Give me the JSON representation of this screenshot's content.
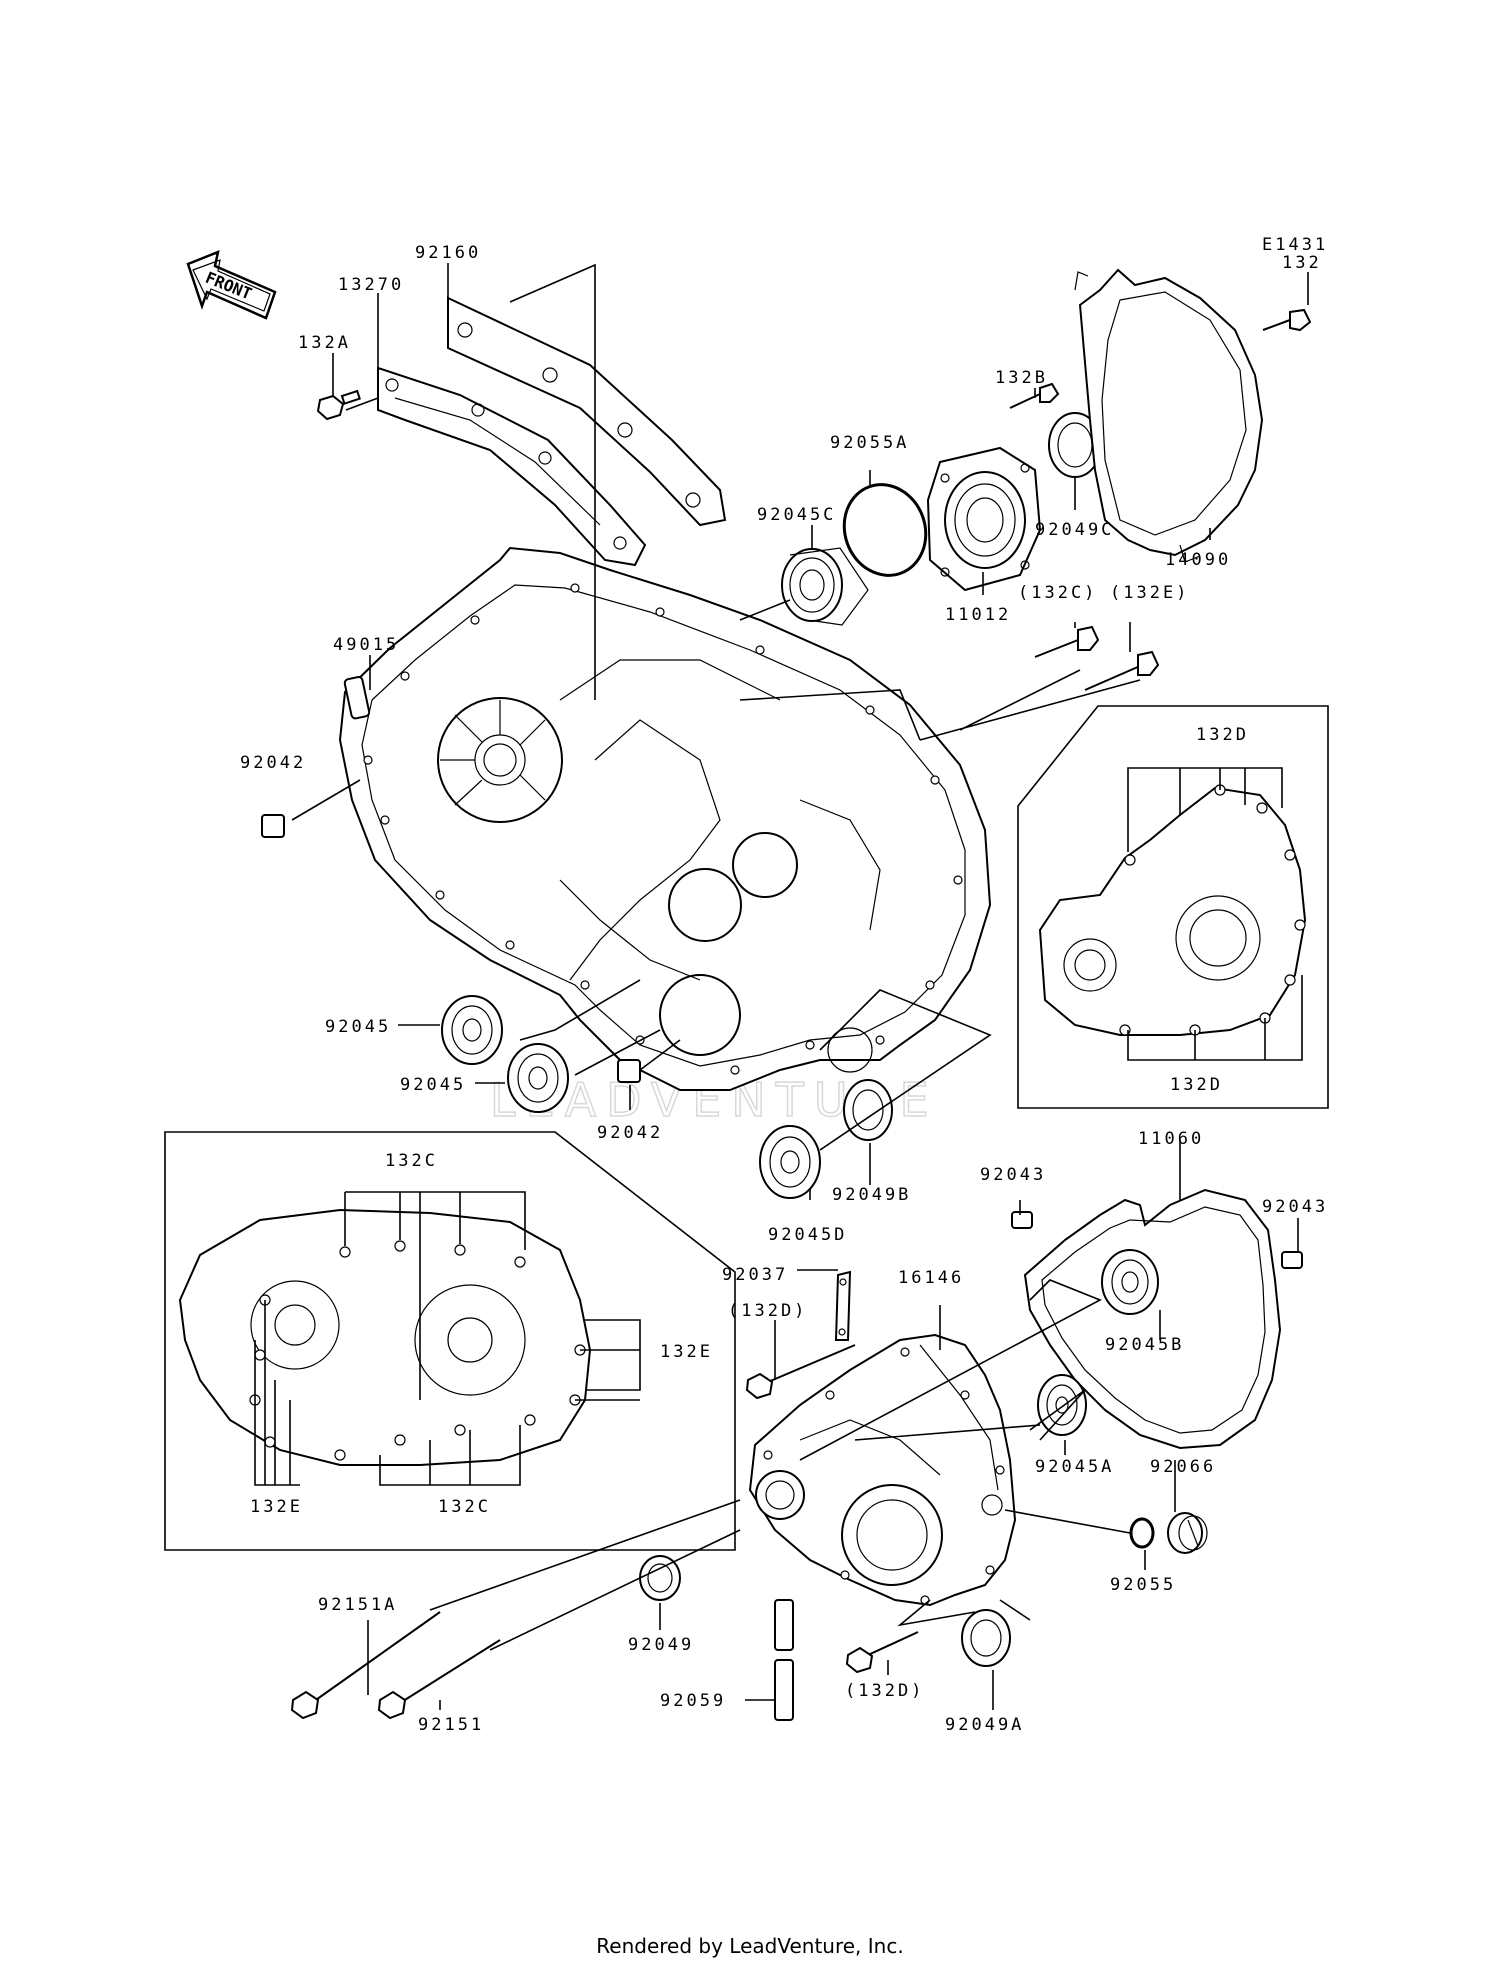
{
  "diagram_code": "E1431",
  "front_label": "FRONT",
  "watermark": "LEADVENTURE",
  "footer": "Rendered by LeadVenture, Inc.",
  "labels": {
    "p92160": "92160",
    "p13270": "13270",
    "p132A": "132A",
    "p92055A": "92055A",
    "p132B": "132B",
    "p132": "132",
    "p92045C": "92045C",
    "p92049C": "92049C",
    "p14090": "14090",
    "p11012": "11012",
    "p132C_top": "(132C)",
    "p132E_top": "(132E)",
    "p49015": "49015",
    "p92042_top": "92042",
    "p132D_top": "132D",
    "p132D_bot": "132D",
    "p92045_1": "92045",
    "p92045_2": "92045",
    "p92042_bot": "92042",
    "p92049B": "92049B",
    "p92045D": "92045D",
    "p132C_inset_top": "132C",
    "p132E_inset": "132E",
    "p132E_inset_bot": "132E",
    "p132C_inset_bot": "132C",
    "p11060": "11060",
    "p92043_left": "92043",
    "p92043_right": "92043",
    "p92037": "92037",
    "p16146": "16146",
    "p132D_paren_top": "(132D)",
    "p92045B": "92045B",
    "p92045A": "92045A",
    "p92066": "92066",
    "p92055": "92055",
    "p92151A": "92151A",
    "p92049": "92049",
    "p92059": "92059",
    "p132D_paren_bot": "(132D)",
    "p92049A": "92049A",
    "p92151": "92151"
  }
}
